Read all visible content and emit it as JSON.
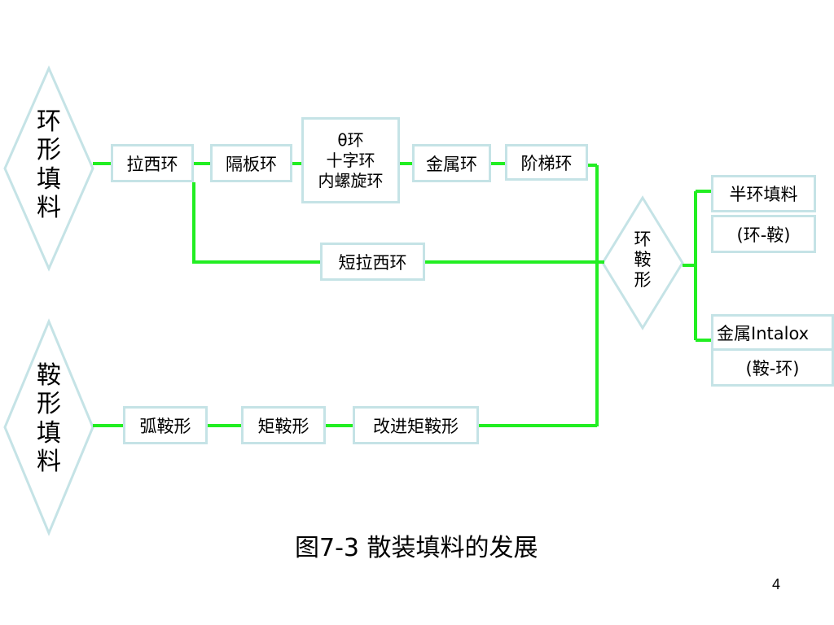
{
  "diagram": {
    "ring_packing_label": "环形填料",
    "saddle_packing_label": "鞍形填料",
    "ring_saddle_label": "环鞍形",
    "ring_chain": [
      "拉西环",
      "隔板环",
      "θ环",
      "十字环",
      "内螺旋环",
      "金属环",
      "阶梯环"
    ],
    "short_raschig": "短拉西环",
    "saddle_chain": [
      "弧鞍形",
      "矩鞍形",
      "改进矩鞍形"
    ],
    "outputs": {
      "half_ring": "半环填料",
      "half_ring_note": "(环-鞍)",
      "intalox": "金属Intalox",
      "intalox_note": "(鞍-环)"
    },
    "caption": "图7-3 散装填料的发展"
  },
  "slide_number": "4",
  "colors": {
    "connector": "#22ee22",
    "box_border": "#c5e3e6",
    "diamond_border": "#c5e3e6"
  }
}
